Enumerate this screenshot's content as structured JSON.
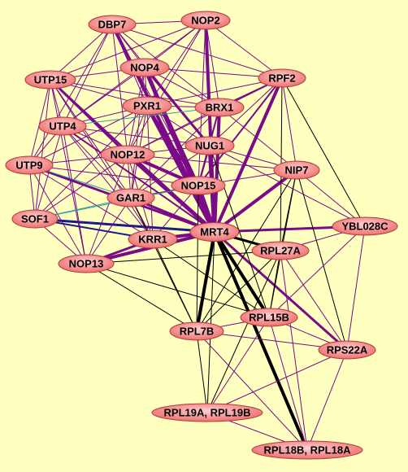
{
  "background": "#ffffc0",
  "colors": {
    "node_fill_center": "#ffd0d0",
    "node_fill_edge": "#ee6f6f",
    "node_stroke": "#b03a3a",
    "edge_purple": "#7a0a8a",
    "edge_black": "#000000",
    "edge_navy": "#1a1a8c",
    "edge_teal": "#2f9e9e"
  },
  "nodes": [
    {
      "id": "DBP7",
      "label": "DBP7"
    },
    {
      "id": "NOP2",
      "label": "NOP2"
    },
    {
      "id": "NOP4",
      "label": "NOP4"
    },
    {
      "id": "RPF2",
      "label": "RPF2"
    },
    {
      "id": "UTP15",
      "label": "UTP15"
    },
    {
      "id": "PXR1",
      "label": "PXR1"
    },
    {
      "id": "BRX1",
      "label": "BRX1"
    },
    {
      "id": "UTP4",
      "label": "UTP4"
    },
    {
      "id": "NUG1",
      "label": "NUG1"
    },
    {
      "id": "NOP12",
      "label": "NOP12"
    },
    {
      "id": "UTP9",
      "label": "UTP9"
    },
    {
      "id": "NIP7",
      "label": "NIP7"
    },
    {
      "id": "NOP15",
      "label": "NOP15"
    },
    {
      "id": "GAR1",
      "label": "GAR1"
    },
    {
      "id": "SOF1",
      "label": "SOF1"
    },
    {
      "id": "MRT4",
      "label": "MRT4"
    },
    {
      "id": "YBL028C",
      "label": "YBL028C"
    },
    {
      "id": "KRR1",
      "label": "KRR1"
    },
    {
      "id": "RPL27A",
      "label": "RPL27A"
    },
    {
      "id": "NOP13",
      "label": "NOP13"
    },
    {
      "id": "RPL15B",
      "label": "RPL15B"
    },
    {
      "id": "RPL7B",
      "label": "RPL7B"
    },
    {
      "id": "RPS22A",
      "label": "RPS22A"
    },
    {
      "id": "RPL19",
      "label": "RPL19A, RPL19B"
    },
    {
      "id": "RPL18",
      "label": "RPL18B, RPL18A"
    }
  ],
  "edges": [
    [
      "MRT4",
      "DBP7",
      "purple",
      4
    ],
    [
      "MRT4",
      "NOP2",
      "purple",
      4
    ],
    [
      "MRT4",
      "NOP4",
      "purple",
      5
    ],
    [
      "MRT4",
      "RPF2",
      "purple",
      4
    ],
    [
      "MRT4",
      "UTP15",
      "purple",
      2
    ],
    [
      "MRT4",
      "PXR1",
      "purple",
      5
    ],
    [
      "MRT4",
      "BRX1",
      "purple",
      4
    ],
    [
      "MRT4",
      "UTP4",
      "purple",
      2
    ],
    [
      "MRT4",
      "NUG1",
      "purple",
      5
    ],
    [
      "MRT4",
      "NOP12",
      "purple",
      5
    ],
    [
      "MRT4",
      "UTP9",
      "purple",
      3
    ],
    [
      "MRT4",
      "NIP7",
      "purple",
      4
    ],
    [
      "MRT4",
      "NOP15",
      "purple",
      5
    ],
    [
      "MRT4",
      "GAR1",
      "purple",
      3
    ],
    [
      "MRT4",
      "SOF1",
      "navy",
      3
    ],
    [
      "MRT4",
      "YBL028C",
      "purple",
      3
    ],
    [
      "MRT4",
      "KRR1",
      "purple",
      4
    ],
    [
      "MRT4",
      "RPL27A",
      "black",
      3
    ],
    [
      "MRT4",
      "NOP13",
      "purple",
      4
    ],
    [
      "MRT4",
      "RPL15B",
      "black",
      4
    ],
    [
      "MRT4",
      "RPL7B",
      "black",
      4
    ],
    [
      "MRT4",
      "RPS22A",
      "purple",
      3
    ],
    [
      "MRT4",
      "RPL19",
      "black",
      1
    ],
    [
      "MRT4",
      "RPL18",
      "black",
      4
    ],
    [
      "DBP7",
      "NOP2",
      "purple",
      1
    ],
    [
      "DBP7",
      "UTP15",
      "purple",
      1
    ],
    [
      "DBP7",
      "NOP4",
      "purple",
      1
    ],
    [
      "DBP7",
      "PXR1",
      "purple",
      1
    ],
    [
      "DBP7",
      "BRX1",
      "purple",
      1
    ],
    [
      "DBP7",
      "UTP4",
      "purple",
      1
    ],
    [
      "DBP7",
      "NOP12",
      "purple",
      1
    ],
    [
      "DBP7",
      "NUG1",
      "purple",
      1
    ],
    [
      "DBP7",
      "RPF2",
      "purple",
      1
    ],
    [
      "DBP7",
      "NOP15",
      "purple",
      1
    ],
    [
      "DBP7",
      "UTP9",
      "purple",
      1
    ],
    [
      "NOP2",
      "NOP4",
      "purple",
      1
    ],
    [
      "NOP2",
      "RPF2",
      "purple",
      1
    ],
    [
      "NOP2",
      "PXR1",
      "purple",
      1
    ],
    [
      "NOP2",
      "BRX1",
      "purple",
      1
    ],
    [
      "NOP2",
      "NUG1",
      "purple",
      1
    ],
    [
      "NOP2",
      "NOP12",
      "purple",
      1
    ],
    [
      "NOP2",
      "NOP15",
      "purple",
      1
    ],
    [
      "NOP2",
      "UTP15",
      "purple",
      1
    ],
    [
      "NOP2",
      "UTP4",
      "purple",
      1
    ],
    [
      "NOP4",
      "UTP15",
      "purple",
      1
    ],
    [
      "NOP4",
      "PXR1",
      "purple",
      1
    ],
    [
      "NOP4",
      "BRX1",
      "purple",
      1
    ],
    [
      "NOP4",
      "NUG1",
      "purple",
      3
    ],
    [
      "NOP4",
      "NOP12",
      "purple",
      1
    ],
    [
      "NOP4",
      "NOP15",
      "purple",
      3
    ],
    [
      "NOP4",
      "RPF2",
      "purple",
      1
    ],
    [
      "NOP4",
      "UTP4",
      "purple",
      1
    ],
    [
      "NOP4",
      "GAR1",
      "purple",
      1
    ],
    [
      "RPF2",
      "BRX1",
      "purple",
      2
    ],
    [
      "RPF2",
      "NUG1",
      "purple",
      1
    ],
    [
      "RPF2",
      "NIP7",
      "purple",
      1
    ],
    [
      "RPF2",
      "NOP15",
      "purple",
      2
    ],
    [
      "RPF2",
      "PXR1",
      "purple",
      1
    ],
    [
      "RPF2",
      "NOP12",
      "purple",
      1
    ],
    [
      "RPF2",
      "YBL028C",
      "black",
      1
    ],
    [
      "RPF2",
      "RPL27A",
      "black",
      1
    ],
    [
      "UTP15",
      "UTP4",
      "purple",
      1
    ],
    [
      "UTP15",
      "UTP9",
      "purple",
      1
    ],
    [
      "UTP15",
      "NOP12",
      "purple",
      3
    ],
    [
      "UTP15",
      "PXR1",
      "purple",
      1
    ],
    [
      "UTP15",
      "SOF1",
      "purple",
      1
    ],
    [
      "UTP15",
      "GAR1",
      "purple",
      1
    ],
    [
      "UTP15",
      "KRR1",
      "purple",
      1
    ],
    [
      "UTP15",
      "NOP13",
      "purple",
      1
    ],
    [
      "UTP15",
      "BRX1",
      "purple",
      1
    ],
    [
      "PXR1",
      "BRX1",
      "purple",
      1
    ],
    [
      "PXR1",
      "NUG1",
      "purple",
      1
    ],
    [
      "PXR1",
      "NOP12",
      "purple",
      1
    ],
    [
      "PXR1",
      "NOP15",
      "purple",
      2
    ],
    [
      "PXR1",
      "GAR1",
      "purple",
      1
    ],
    [
      "PXR1",
      "UTP4",
      "purple",
      1
    ],
    [
      "PXR1",
      "SOF1",
      "purple",
      1
    ],
    [
      "PXR1",
      "UTP9",
      "purple",
      1
    ],
    [
      "PXR1",
      "KRR1",
      "purple",
      1
    ],
    [
      "BRX1",
      "NUG1",
      "purple",
      1
    ],
    [
      "BRX1",
      "NOP12",
      "purple",
      1
    ],
    [
      "BRX1",
      "NOP15",
      "purple",
      2
    ],
    [
      "BRX1",
      "NIP7",
      "purple",
      1
    ],
    [
      "BRX1",
      "UTP4",
      "teal",
      1
    ],
    [
      "BRX1",
      "GAR1",
      "purple",
      1
    ],
    [
      "UTP4",
      "UTP9",
      "purple",
      1
    ],
    [
      "UTP4",
      "NOP12",
      "purple",
      1
    ],
    [
      "UTP4",
      "SOF1",
      "purple",
      1
    ],
    [
      "UTP4",
      "GAR1",
      "purple",
      1
    ],
    [
      "UTP4",
      "KRR1",
      "purple",
      1
    ],
    [
      "UTP4",
      "NOP13",
      "purple",
      1
    ],
    [
      "UTP4",
      "NUG1",
      "purple",
      1
    ],
    [
      "NUG1",
      "NOP12",
      "purple",
      1
    ],
    [
      "NUG1",
      "NOP15",
      "purple",
      2
    ],
    [
      "NUG1",
      "NIP7",
      "purple",
      1
    ],
    [
      "NUG1",
      "GAR1",
      "purple",
      1
    ],
    [
      "NUG1",
      "YBL028C",
      "purple",
      1
    ],
    [
      "NOP12",
      "UTP9",
      "purple",
      1
    ],
    [
      "NOP12",
      "NOP15",
      "purple",
      4
    ],
    [
      "NOP12",
      "GAR1",
      "purple",
      1
    ],
    [
      "NOP12",
      "SOF1",
      "purple",
      1
    ],
    [
      "NOP12",
      "KRR1",
      "purple",
      1
    ],
    [
      "NOP12",
      "NOP13",
      "purple",
      1
    ],
    [
      "NOP12",
      "NIP7",
      "purple",
      1
    ],
    [
      "UTP9",
      "SOF1",
      "purple",
      1
    ],
    [
      "UTP9",
      "GAR1",
      "teal",
      1
    ],
    [
      "UTP9",
      "NOP13",
      "purple",
      1
    ],
    [
      "UTP9",
      "KRR1",
      "purple",
      1
    ],
    [
      "UTP9",
      "NOP15",
      "purple",
      1
    ],
    [
      "NIP7",
      "NOP15",
      "purple",
      1
    ],
    [
      "NIP7",
      "YBL028C",
      "purple",
      1
    ],
    [
      "NIP7",
      "RPL27A",
      "black",
      1
    ],
    [
      "NIP7",
      "RPL15B",
      "black",
      1
    ],
    [
      "NIP7",
      "RPL7B",
      "black",
      1
    ],
    [
      "NIP7",
      "RPS22A",
      "black",
      1
    ],
    [
      "NOP15",
      "GAR1",
      "purple",
      1
    ],
    [
      "NOP15",
      "KRR1",
      "purple",
      1
    ],
    [
      "NOP15",
      "SOF1",
      "teal",
      1
    ],
    [
      "GAR1",
      "SOF1",
      "teal",
      1
    ],
    [
      "GAR1",
      "KRR1",
      "purple",
      1
    ],
    [
      "GAR1",
      "NOP13",
      "purple",
      1
    ],
    [
      "SOF1",
      "KRR1",
      "navy",
      2
    ],
    [
      "SOF1",
      "NOP13",
      "purple",
      1
    ],
    [
      "KRR1",
      "NOP13",
      "purple",
      3
    ],
    [
      "KRR1",
      "RPL7B",
      "black",
      1
    ],
    [
      "KRR1",
      "RPL15B",
      "black",
      1
    ],
    [
      "NOP13",
      "RPL7B",
      "black",
      1
    ],
    [
      "NOP13",
      "RPL15B",
      "black",
      1
    ],
    [
      "NOP13",
      "RPL27A",
      "black",
      1
    ],
    [
      "YBL028C",
      "RPL27A",
      "purple",
      1
    ],
    [
      "YBL028C",
      "RPL15B",
      "purple",
      1
    ],
    [
      "YBL028C",
      "RPS22A",
      "purple",
      1
    ],
    [
      "RPL27A",
      "RPL15B",
      "black",
      1
    ],
    [
      "RPL27A",
      "RPL7B",
      "black",
      1
    ],
    [
      "RPL27A",
      "RPS22A",
      "purple",
      1
    ],
    [
      "RPL27A",
      "RPL19",
      "black",
      1
    ],
    [
      "RPL27A",
      "RPL18",
      "purple",
      1
    ],
    [
      "RPL15B",
      "RPL7B",
      "purple",
      1
    ],
    [
      "RPL15B",
      "RPS22A",
      "purple",
      1
    ],
    [
      "RPL15B",
      "RPL19",
      "purple",
      1
    ],
    [
      "RPL15B",
      "RPL18",
      "purple",
      1
    ],
    [
      "RPL7B",
      "RPS22A",
      "purple",
      1
    ],
    [
      "RPL7B",
      "RPL19",
      "black",
      1
    ],
    [
      "RPL7B",
      "RPL18",
      "purple",
      1
    ],
    [
      "RPS22A",
      "RPL19",
      "purple",
      1
    ],
    [
      "RPS22A",
      "RPL18",
      "purple",
      1
    ],
    [
      "RPL19",
      "RPL18",
      "purple",
      1
    ],
    [
      "GAR1",
      "RPL7B",
      "black",
      1
    ],
    [
      "NOP15",
      "RPL7B",
      "black",
      1
    ],
    [
      "NUG1",
      "RPL15B",
      "black",
      1
    ]
  ]
}
